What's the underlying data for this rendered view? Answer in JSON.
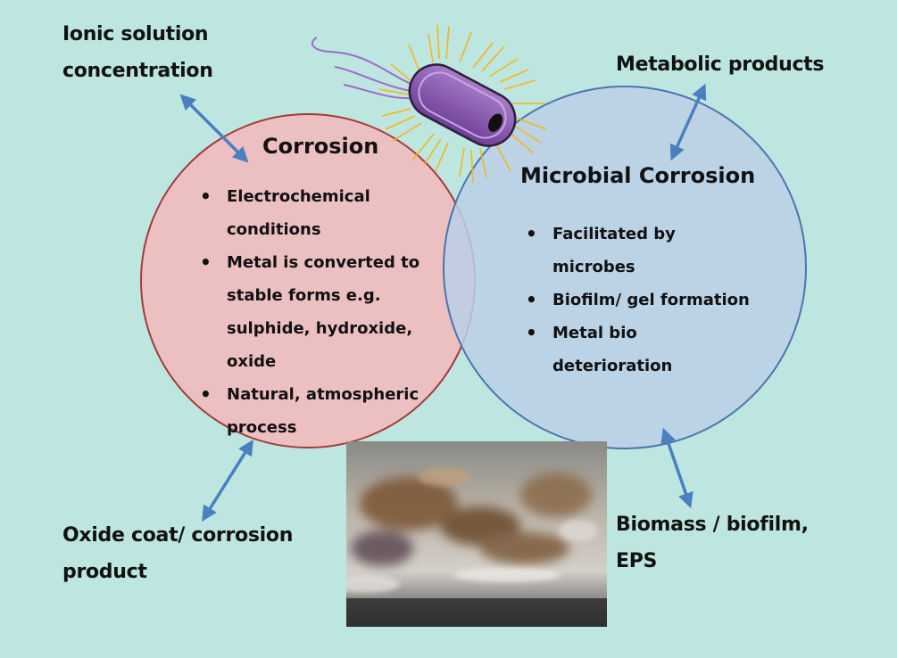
{
  "corners": {
    "top_left": [
      "Ionic solution",
      "concentration"
    ],
    "top_right": [
      "Metabolic products"
    ],
    "bottom_left": [
      "Oxide coat/ corrosion",
      "product"
    ],
    "bottom_right": [
      "Biomass / biofilm,",
      "EPS"
    ]
  },
  "left_circle": {
    "title": "Corrosion",
    "bullets": [
      [
        "Electrochemical",
        "conditions"
      ],
      [
        "Metal is converted to",
        "stable forms e.g.",
        "sulphide, hydroxide,",
        "oxide"
      ],
      [
        "Natural, atmospheric",
        "process"
      ]
    ]
  },
  "right_circle": {
    "title": "Microbial Corrosion",
    "bullets": [
      [
        "Facilitated by",
        "microbes"
      ],
      [
        "Biofilm/ gel formation"
      ],
      [
        "Metal bio",
        "deterioration"
      ]
    ]
  },
  "colors": {
    "background": "#bde6e0",
    "left_circle_fill": "#ecc0c0",
    "left_circle_stroke": "#a23b3b",
    "right_circle_fill": "#bccfe6",
    "right_circle_stroke": "#4a75ad",
    "arrow": "#4a7fc0",
    "bacterium": "#8e5ab4",
    "cilia": "#f2b61f"
  },
  "icons": {
    "bacterium": "rod-shaped-bacterium-icon",
    "photo": "corroded-metal-surface-photo"
  }
}
